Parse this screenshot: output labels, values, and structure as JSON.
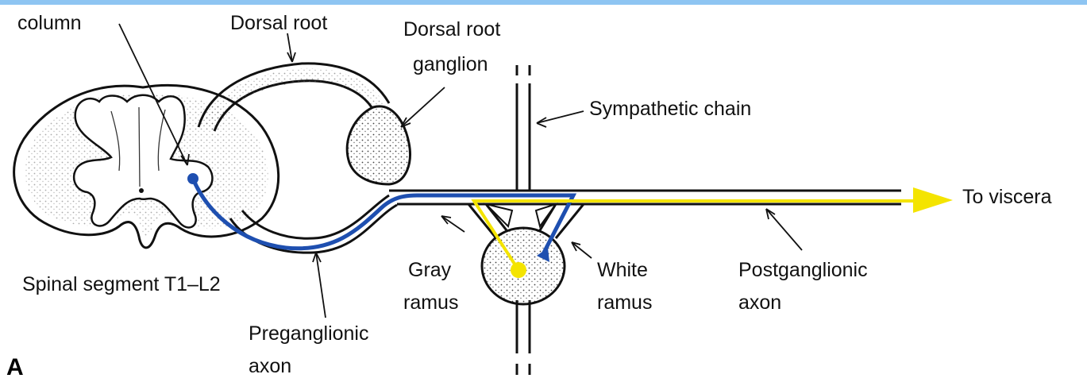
{
  "colors": {
    "top_bar": "#8ec5f2",
    "preganglionic": "#1e4fb0",
    "postganglionic": "#f4e400",
    "outline": "#111111"
  },
  "labels": {
    "column": "column",
    "dorsal_root": "Dorsal root",
    "dorsal_root_ganglion_1": "Dorsal root",
    "dorsal_root_ganglion_2": "ganglion",
    "sympathetic_chain": "Sympathetic chain",
    "to_viscera": "To viscera",
    "spinal_segment": "Spinal segment T1–L2",
    "gray_ramus_1": "Gray",
    "gray_ramus_2": "ramus",
    "white_ramus_1": "White",
    "white_ramus_2": "ramus",
    "postganglionic_1": "Postganglionic",
    "postganglionic_2": "axon",
    "preganglionic_1": "Preganglionic",
    "preganglionic_2": "axon",
    "panel_letter": "A"
  }
}
